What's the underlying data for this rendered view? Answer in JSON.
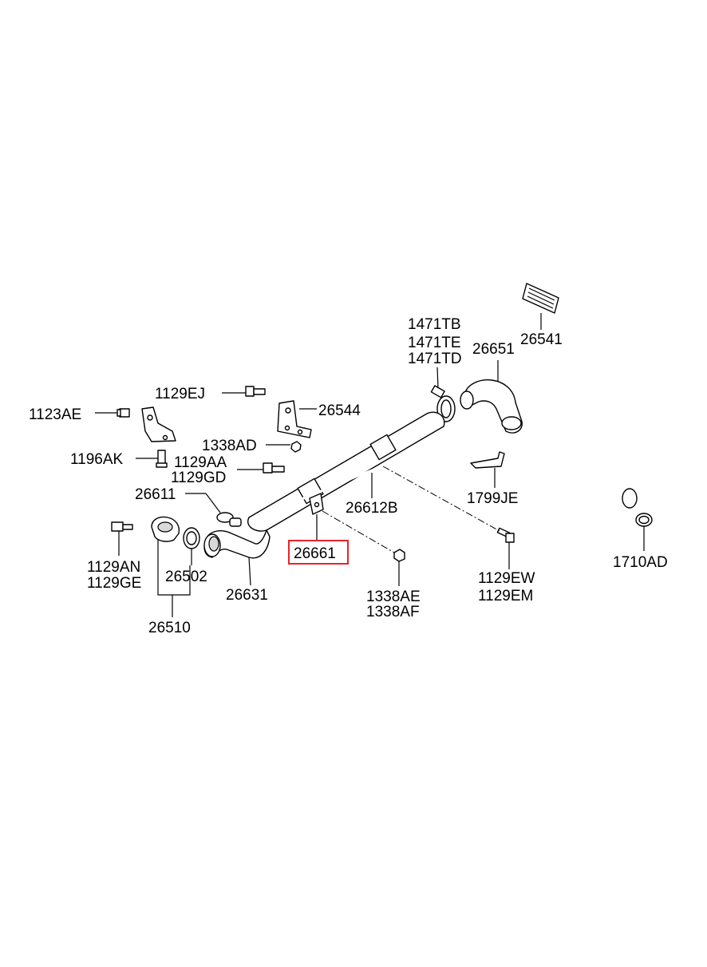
{
  "diagram": {
    "highlight_color": "#e8242b",
    "labels": {
      "l_1471TB": "1471TB",
      "l_1471TE": "1471TE",
      "l_1471TD": "1471TD",
      "l_26541": "26541",
      "l_26651": "26651",
      "l_1129EJ": "1129EJ",
      "l_26544": "26544",
      "l_1123AE": "1123AE",
      "l_1338AD": "1338AD",
      "l_1196AK": "1196AK",
      "l_1129AA": "1129AA",
      "l_1129GD": "1129GD",
      "l_26611": "26611",
      "l_26612B": "26612B",
      "l_1799JE": "1799JE",
      "l_26661": "26661",
      "l_1710AD": "1710AD",
      "l_1129AN": "1129AN",
      "l_1129GE": "1129GE",
      "l_26502": "26502",
      "l_26631": "26631",
      "l_1338AE": "1338AE",
      "l_1338AF": "1338AF",
      "l_1129EW": "1129EW",
      "l_1129EM": "1129EM",
      "l_26510": "26510"
    }
  }
}
